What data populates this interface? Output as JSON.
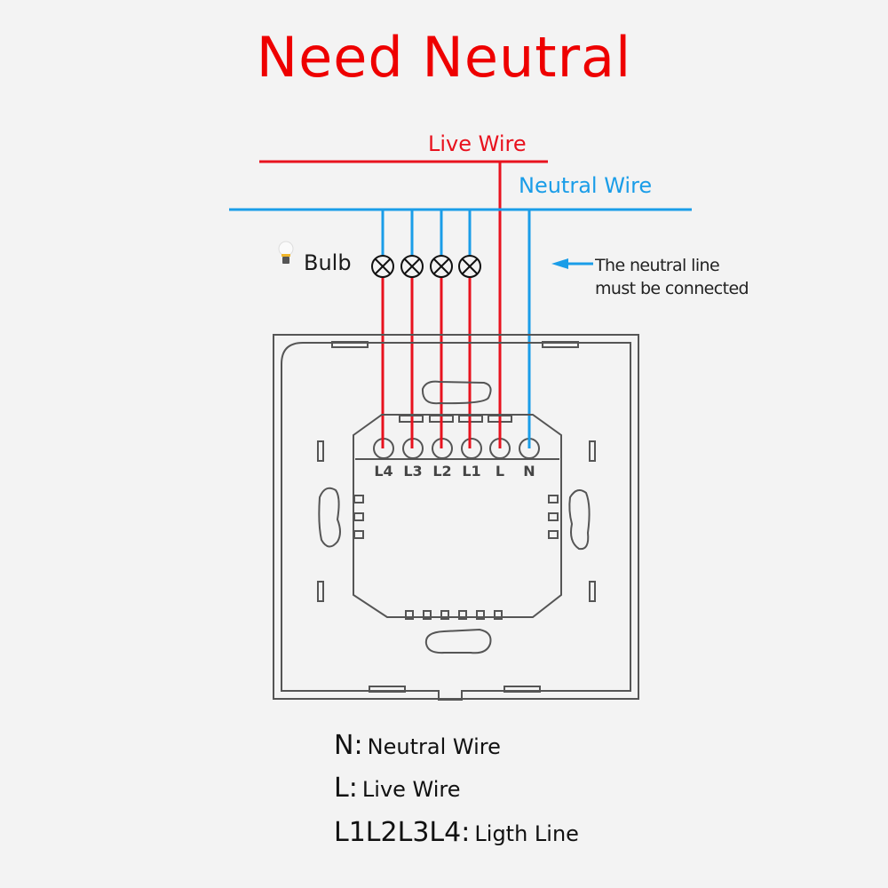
{
  "title": "Need Neutral",
  "wires": {
    "live_label": "Live Wire",
    "neutral_label": "Neutral Wire"
  },
  "bulb": {
    "icon": "light-bulb-icon",
    "label": "Bulb",
    "count": 4
  },
  "note": {
    "icon": "arrow-left-icon",
    "line1": "The neutral line",
    "line2": "must be connected"
  },
  "terminals": [
    "L4",
    "L3",
    "L2",
    "L1",
    "L",
    "N"
  ],
  "legend": [
    {
      "key": "N:",
      "value": "Neutral Wire"
    },
    {
      "key": "L:",
      "value": "Live Wire"
    },
    {
      "key": "L1L2L3L4:",
      "value": "Ligth Line"
    }
  ],
  "colors": {
    "live": "#e8121e",
    "neutral": "#1a9de8",
    "title": "#ee0000",
    "outline": "#555555"
  }
}
